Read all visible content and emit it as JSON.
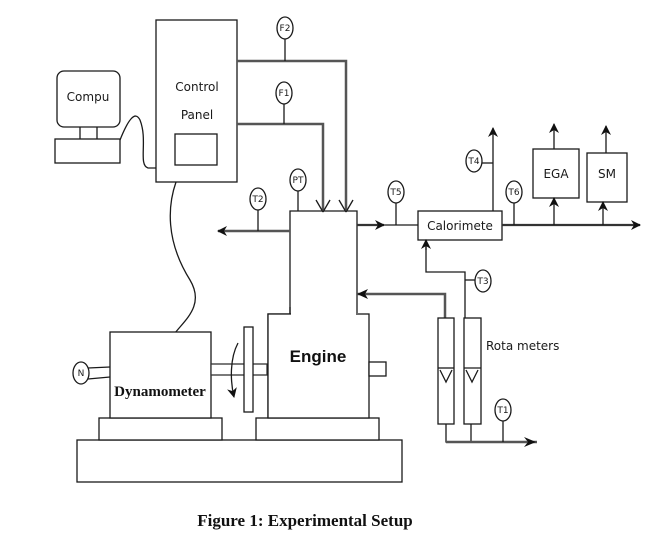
{
  "caption": "Figure 1: Experimental Setup",
  "components": {
    "computer": "Compu",
    "control_panel_line1": "Control",
    "control_panel_line2": "Panel",
    "engine": "Engine",
    "dynamometer": "Dynamometer",
    "calorimeter": "Calorimete",
    "ega": "EGA",
    "sm": "SM",
    "rotameters": "Rota meters"
  },
  "sensors": {
    "f1": "F1",
    "f2": "F2",
    "pt": "PT",
    "t1": "T1",
    "t2": "T2",
    "t3": "T3",
    "t4": "T4",
    "t5": "T5",
    "t6": "T6",
    "n": "N"
  }
}
